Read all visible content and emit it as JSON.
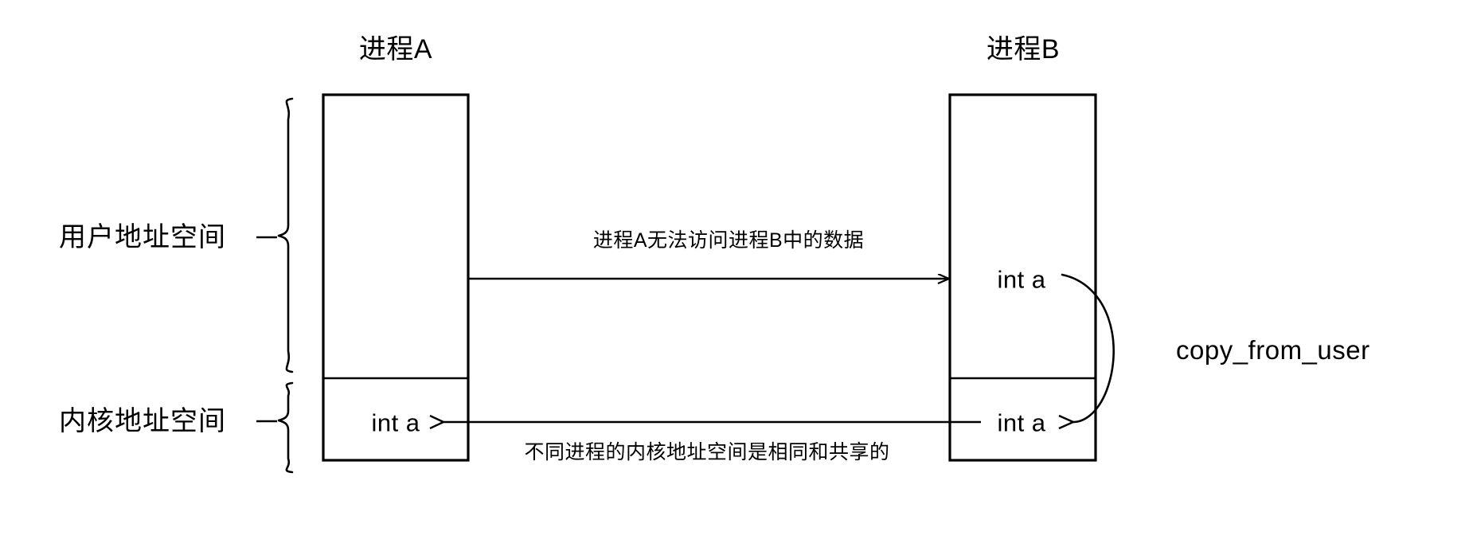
{
  "diagram": {
    "type": "block-diagram",
    "background_color": "#ffffff",
    "stroke_color": "#000000",
    "titles": {
      "process_a": "进程A",
      "process_b": "进程B"
    },
    "region_labels": {
      "user_space": "用户地址空间",
      "kernel_space": "内核地址空间"
    },
    "variables": {
      "process_b_user_var": "int a",
      "process_a_kernel_var": "int a",
      "process_b_kernel_var": "int a"
    },
    "annotations": {
      "no_access": "进程A无法访问进程B中的数据",
      "shared_kernel": "不同进程的内核地址空间是相同和共享的",
      "copy_call": "copy_from_user"
    }
  }
}
